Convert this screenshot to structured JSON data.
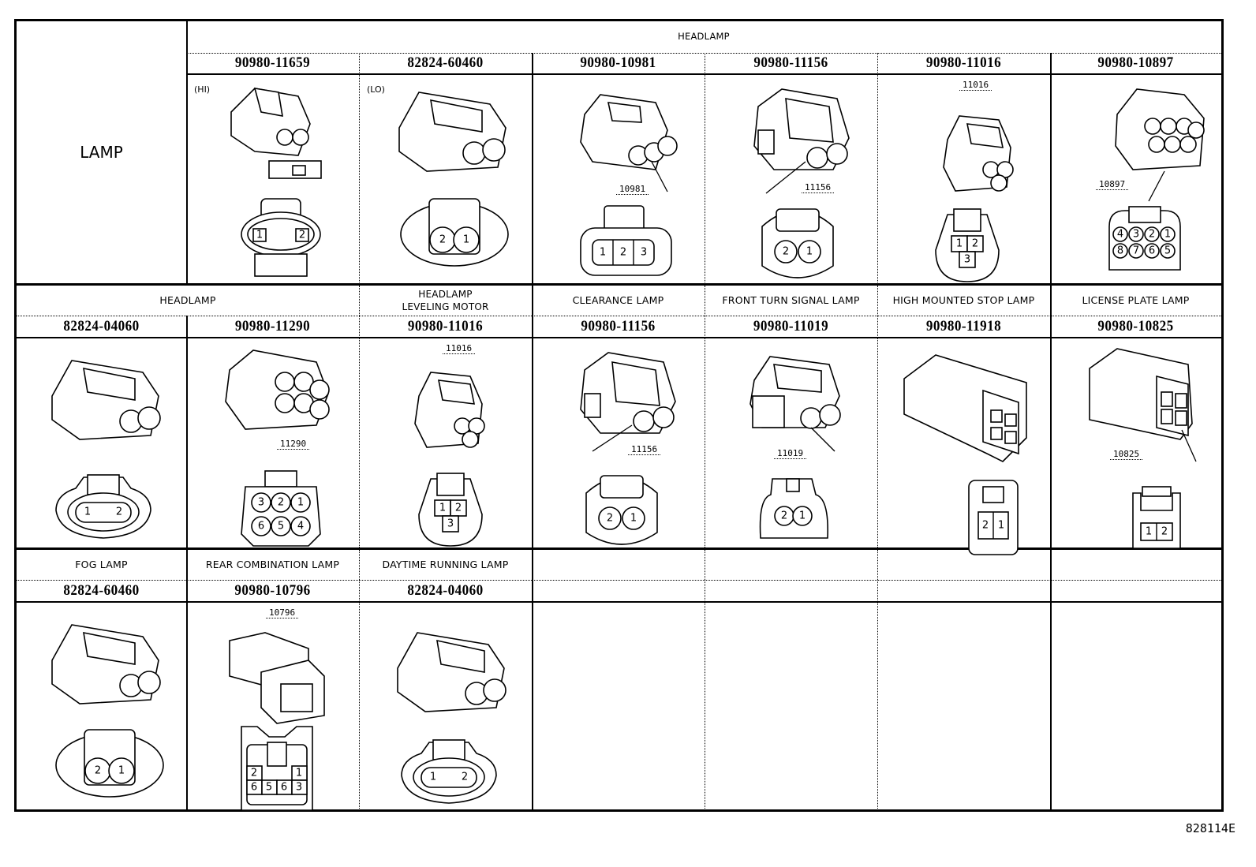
{
  "doc_id": "828114E",
  "category": "LAMP",
  "rows": [
    {
      "group_header": "HEADLAMP",
      "cells": [
        {
          "part_no": "90980-11659",
          "tag": "(HI)",
          "callout": "",
          "pins": [
            "1",
            "2"
          ],
          "face": "oval-2"
        },
        {
          "part_no": "82824-60460",
          "tag": "(LO)",
          "callout": "",
          "pins": [
            "2",
            "1"
          ],
          "face": "round-2"
        },
        {
          "part_no": "90980-10981",
          "tag": "",
          "callout": "10981",
          "pins": [
            "1",
            "2",
            "3"
          ],
          "face": "rect-3"
        },
        {
          "part_no": "90980-11156",
          "tag": "",
          "callout": "11156",
          "pins": [
            "2",
            "1"
          ],
          "face": "round-2-clip"
        },
        {
          "part_no": "90980-11016",
          "tag": "",
          "callout": "11016",
          "pins": [
            "1",
            "2",
            "3"
          ],
          "face": "tri-3"
        },
        {
          "part_no": "90980-10897",
          "tag": "",
          "callout": "10897",
          "pins": [
            "4",
            "3",
            "2",
            "1",
            "8",
            "7",
            "6",
            "5"
          ],
          "face": "grid-8"
        }
      ]
    },
    {
      "cells": [
        {
          "label": "HEADLAMP",
          "span": 2,
          "part_nos": [
            "82824-04060",
            "90980-11290"
          ]
        },
        {
          "label": "HEADLAMP\nLEVELING MOTOR",
          "part_no": "90980-11016"
        },
        {
          "label": "CLEARANCE LAMP",
          "part_no": "90980-11156"
        },
        {
          "label": "FRONT TURN SIGNAL LAMP",
          "part_no": "90980-11019"
        },
        {
          "label": "HIGH MOUNTED STOP LAMP",
          "part_no": "90980-11918"
        },
        {
          "label": "LICENSE PLATE LAMP",
          "part_no": "90980-10825"
        }
      ],
      "connectors": [
        {
          "part_no": "82824-04060",
          "callout": "",
          "pins": [
            "1",
            "2"
          ],
          "face": "oval-2"
        },
        {
          "part_no": "90980-11290",
          "callout": "11290",
          "pins": [
            "3",
            "2",
            "1",
            "6",
            "5",
            "4"
          ],
          "face": "grid-6"
        },
        {
          "part_no": "90980-11016",
          "callout": "11016",
          "pins": [
            "1",
            "2",
            "3"
          ],
          "face": "tri-3"
        },
        {
          "part_no": "90980-11156",
          "callout": "11156",
          "pins": [
            "2",
            "1"
          ],
          "face": "round-2-clip"
        },
        {
          "part_no": "90980-11019",
          "callout": "11019",
          "pins": [
            "2",
            "1"
          ],
          "face": "round-2-small"
        },
        {
          "part_no": "90980-11918",
          "callout": "",
          "pins": [
            "2",
            "1"
          ],
          "face": "rect-2-tall"
        },
        {
          "part_no": "90980-10825",
          "callout": "10825",
          "pins": [
            "1",
            "2"
          ],
          "face": "rect-2"
        }
      ]
    },
    {
      "cells": [
        {
          "label": "FOG LAMP",
          "part_no": "82824-60460",
          "callout": "",
          "pins": [
            "2",
            "1"
          ],
          "face": "round-2"
        },
        {
          "label": "REAR COMBINATION LAMP",
          "part_no": "90980-10796",
          "callout": "10796",
          "pins": [
            "2",
            "1",
            "6",
            "5",
            "6",
            "3"
          ],
          "face": "grid-6-rect"
        },
        {
          "label": "DAYTIME RUNNING LAMP",
          "part_no": "82824-04060",
          "callout": "",
          "pins": [
            "1",
            "2"
          ],
          "face": "oval-2"
        },
        {
          "label": "",
          "part_no": ""
        },
        {
          "label": "",
          "part_no": ""
        },
        {
          "label": "",
          "part_no": ""
        },
        {
          "label": "",
          "part_no": ""
        }
      ]
    }
  ]
}
